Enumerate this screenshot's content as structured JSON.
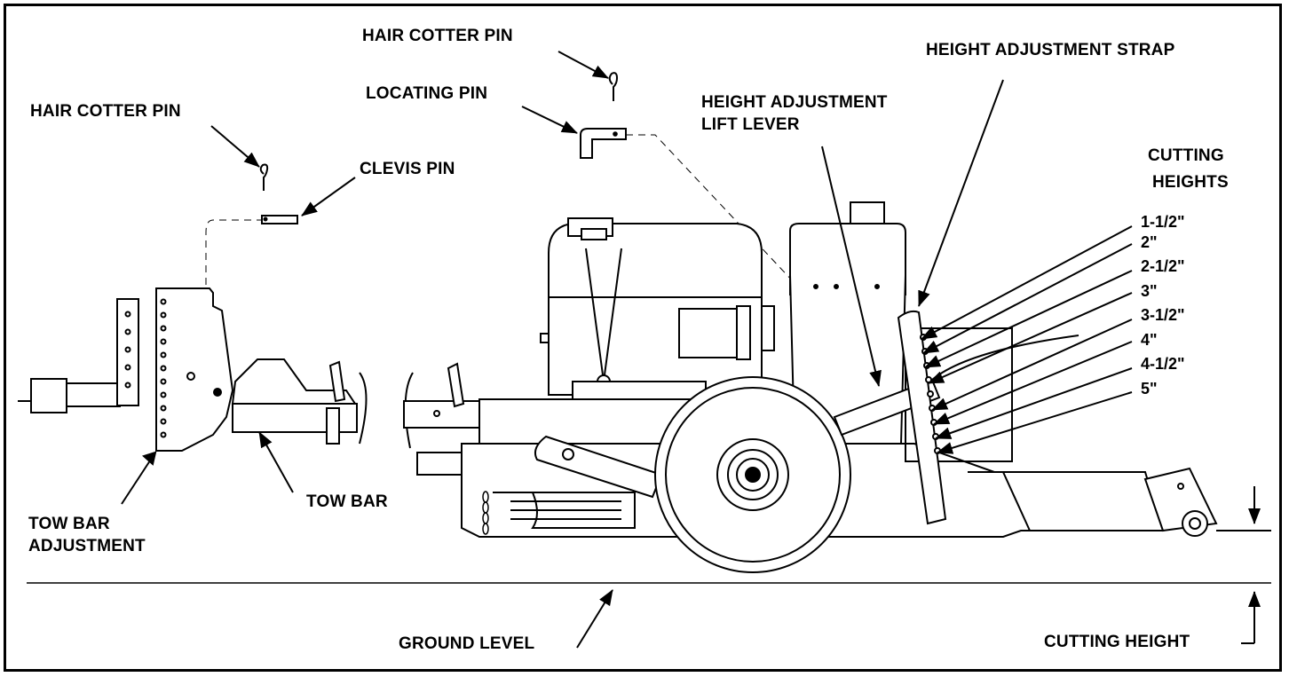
{
  "callouts": {
    "hair_cotter_pin_top": "HAIR COTTER PIN",
    "locating_pin": "LOCATING PIN",
    "hair_cotter_pin_left": "HAIR COTTER PIN",
    "clevis_pin": "CLEVIS PIN",
    "height_adjustment_lift_lever_line1": "HEIGHT ADJUSTMENT",
    "height_adjustment_lift_lever_line2": "LIFT LEVER",
    "height_adjustment_strap": "HEIGHT ADJUSTMENT STRAP",
    "cutting_heights_line1": "CUTTING",
    "cutting_heights_line2": "HEIGHTS",
    "tow_bar_adjustment_line1": "TOW BAR",
    "tow_bar_adjustment_line2": "ADJUSTMENT",
    "tow_bar": "TOW BAR",
    "ground_level": "GROUND LEVEL",
    "cutting_height": "CUTTING HEIGHT"
  },
  "cutting_height_settings": [
    "1-1/2\"",
    "2\"",
    "2-1/2\"",
    "3\"",
    "3-1/2\"",
    "4\"",
    "4-1/2\"",
    "5\""
  ]
}
